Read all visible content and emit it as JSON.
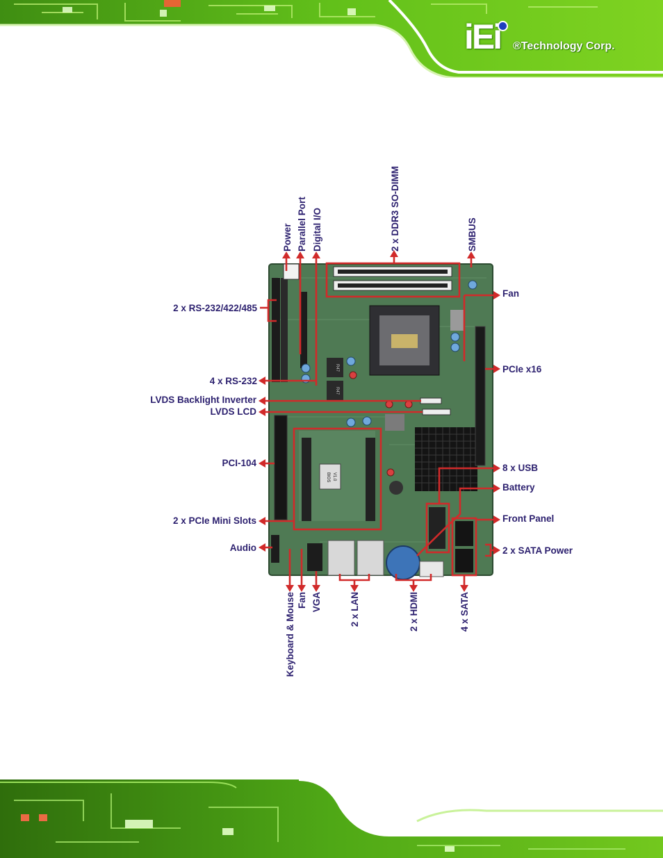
{
  "header": {
    "logo_mark": "iEi",
    "logo_text": "®Technology Corp."
  },
  "diagram": {
    "labels": {
      "power": "Power",
      "parallel_port": "Parallel Port",
      "digital_io": "Digital I/O",
      "ddr3": "2 x DDR3 SO-DIMM",
      "smbus": "SMBUS",
      "rs232_422_485": "2 x RS-232/422/485",
      "fan_right": "Fan",
      "pcie_x16": "PCIe x16",
      "rs232": "4 x RS-232",
      "lvds_backlight": "LVDS Backlight Inverter",
      "lvds_lcd": "LVDS LCD",
      "pci104": "PCI-104",
      "usb": "8 x USB",
      "battery": "Battery",
      "pcie_mini": "2 x PCIe Mini Slots",
      "front_panel": "Front Panel",
      "audio": "Audio",
      "sata_power": "2 x SATA Power",
      "keyboard_mouse": "Keyboard & Mouse",
      "fan_bottom": "Fan",
      "vga": "VGA",
      "lan": "2 x LAN",
      "hdmi": "2 x HDMI",
      "sata": "4 x SATA"
    },
    "board_marks": {
      "chip_a": "R47",
      "chip_b": "R47",
      "bios_a": "BIOS",
      "bios_b": "V1.0"
    }
  },
  "colors": {
    "pcb_green": "#4f7a54",
    "callout_red": "#d12a2a",
    "label_navy": "#2b1f6e",
    "banner_green": "#7fd321"
  }
}
